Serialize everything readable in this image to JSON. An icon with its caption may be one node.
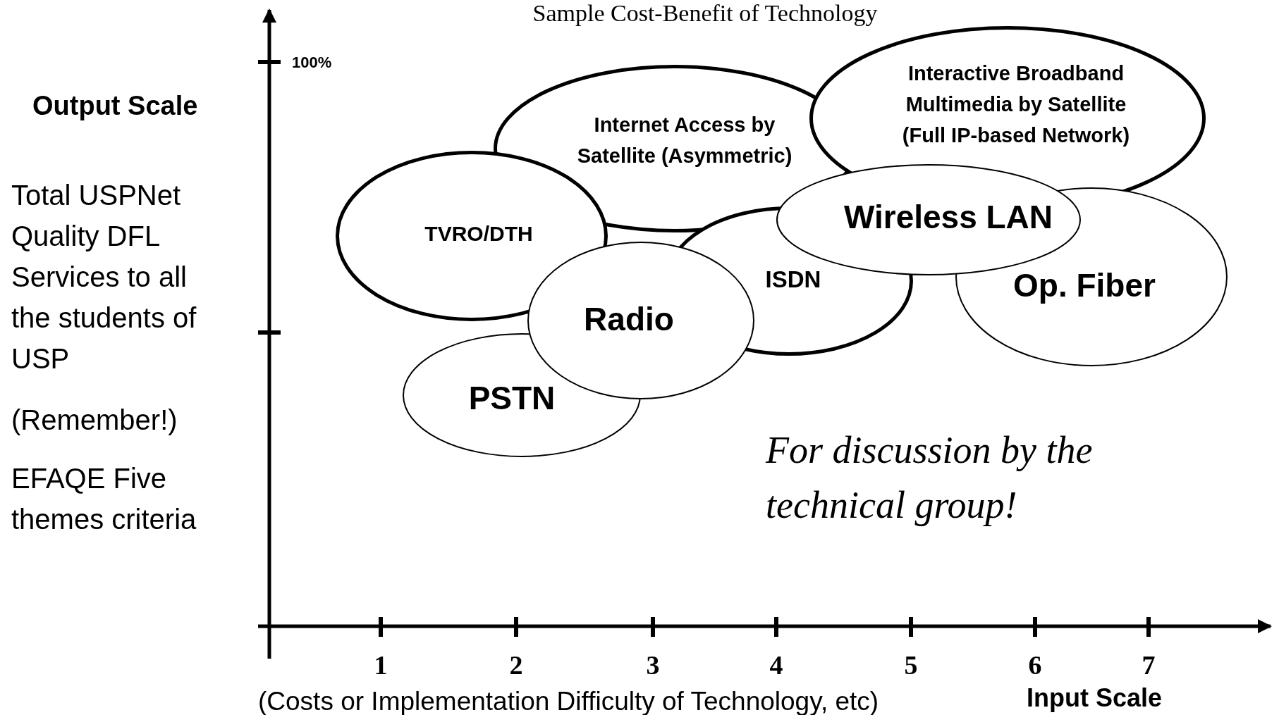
{
  "diagram": {
    "title": "Sample Cost-Benefit of Technology",
    "nodes": [
      {
        "text": [
          "Internet Access by Satellite (Asymmetric)"
        ]
      },
      {
        "text": [
          "Interactive Broadband Multimedia by Satellite (Full IP-based Network)"
        ]
      },
      {
        "text": [
          "TVRO/DTH"
        ]
      },
      {
        "text": [
          "ISDN"
        ]
      },
      {
        "text": [
          "Op. Fiber"
        ]
      },
      {
        "text": [
          "Wireless LAN"
        ]
      },
      {
        "text": [
          "PSTN"
        ]
      },
      {
        "text": [
          "Radio"
        ]
      }
    ],
    "labels": [
      "100%",
      "Output Scale",
      "Total USPNet Quality DFL Services to all the students of USP",
      "(Remember!)",
      "EFAQE Five themes criteria",
      "For discussion by the technical group!",
      "1",
      "2",
      "3",
      "4",
      "5",
      "6",
      "7",
      "(Costs or Implementation Difficulty of Technology, etc)",
      "Input Scale"
    ]
  }
}
